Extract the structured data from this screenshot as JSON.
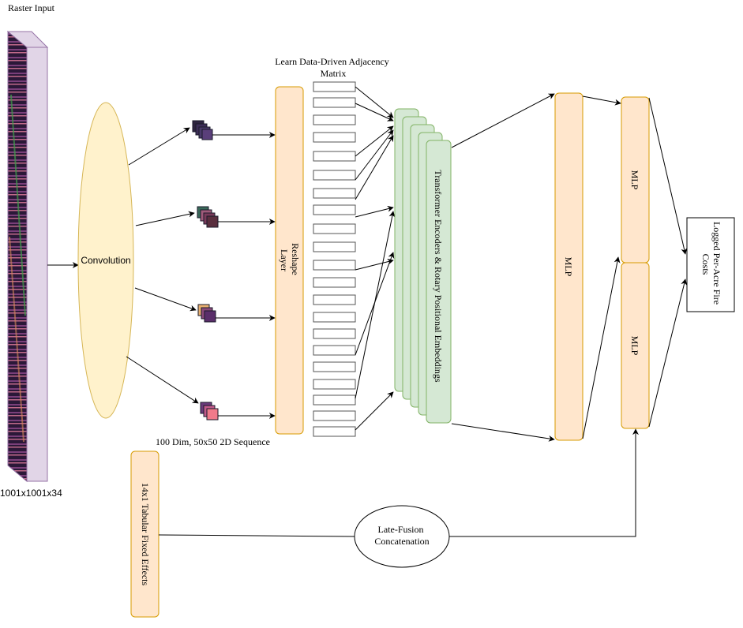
{
  "labels": {
    "raster_input": "Raster Input",
    "raster_dims": "1001x1001x34",
    "convolution": "Convolution",
    "reshape_line1": "Reshape",
    "reshape_line2": "Layer",
    "adjacency_line1": "Learn Data-Driven Adjacency",
    "adjacency_line2": "Matrix",
    "sequence": "100 Dim, 50x50 2D Sequence",
    "transformer": "Transformer Encoders & Rotary Positional Embeddings",
    "mlp_main": "MLP",
    "mlp_top": "MLP",
    "mlp_bottom": "MLP",
    "output_line1": "Logged Per-Acre Fire",
    "output_line2": "Costs",
    "tabular": "14x1 Tabular Fixed Effects",
    "fusion_line1": "Late-Fusion",
    "fusion_line2": "Concatenation"
  },
  "colors": {
    "orange_fill": "#ffe6cc",
    "orange_stroke": "#d79b00",
    "yellow_fill": "#fff2cc",
    "yellow_stroke": "#d6b656",
    "green_fill": "#d5e8d4",
    "green_stroke": "#82b366",
    "purple_fill": "#e1d5e7",
    "purple_stroke": "#9673a6"
  }
}
